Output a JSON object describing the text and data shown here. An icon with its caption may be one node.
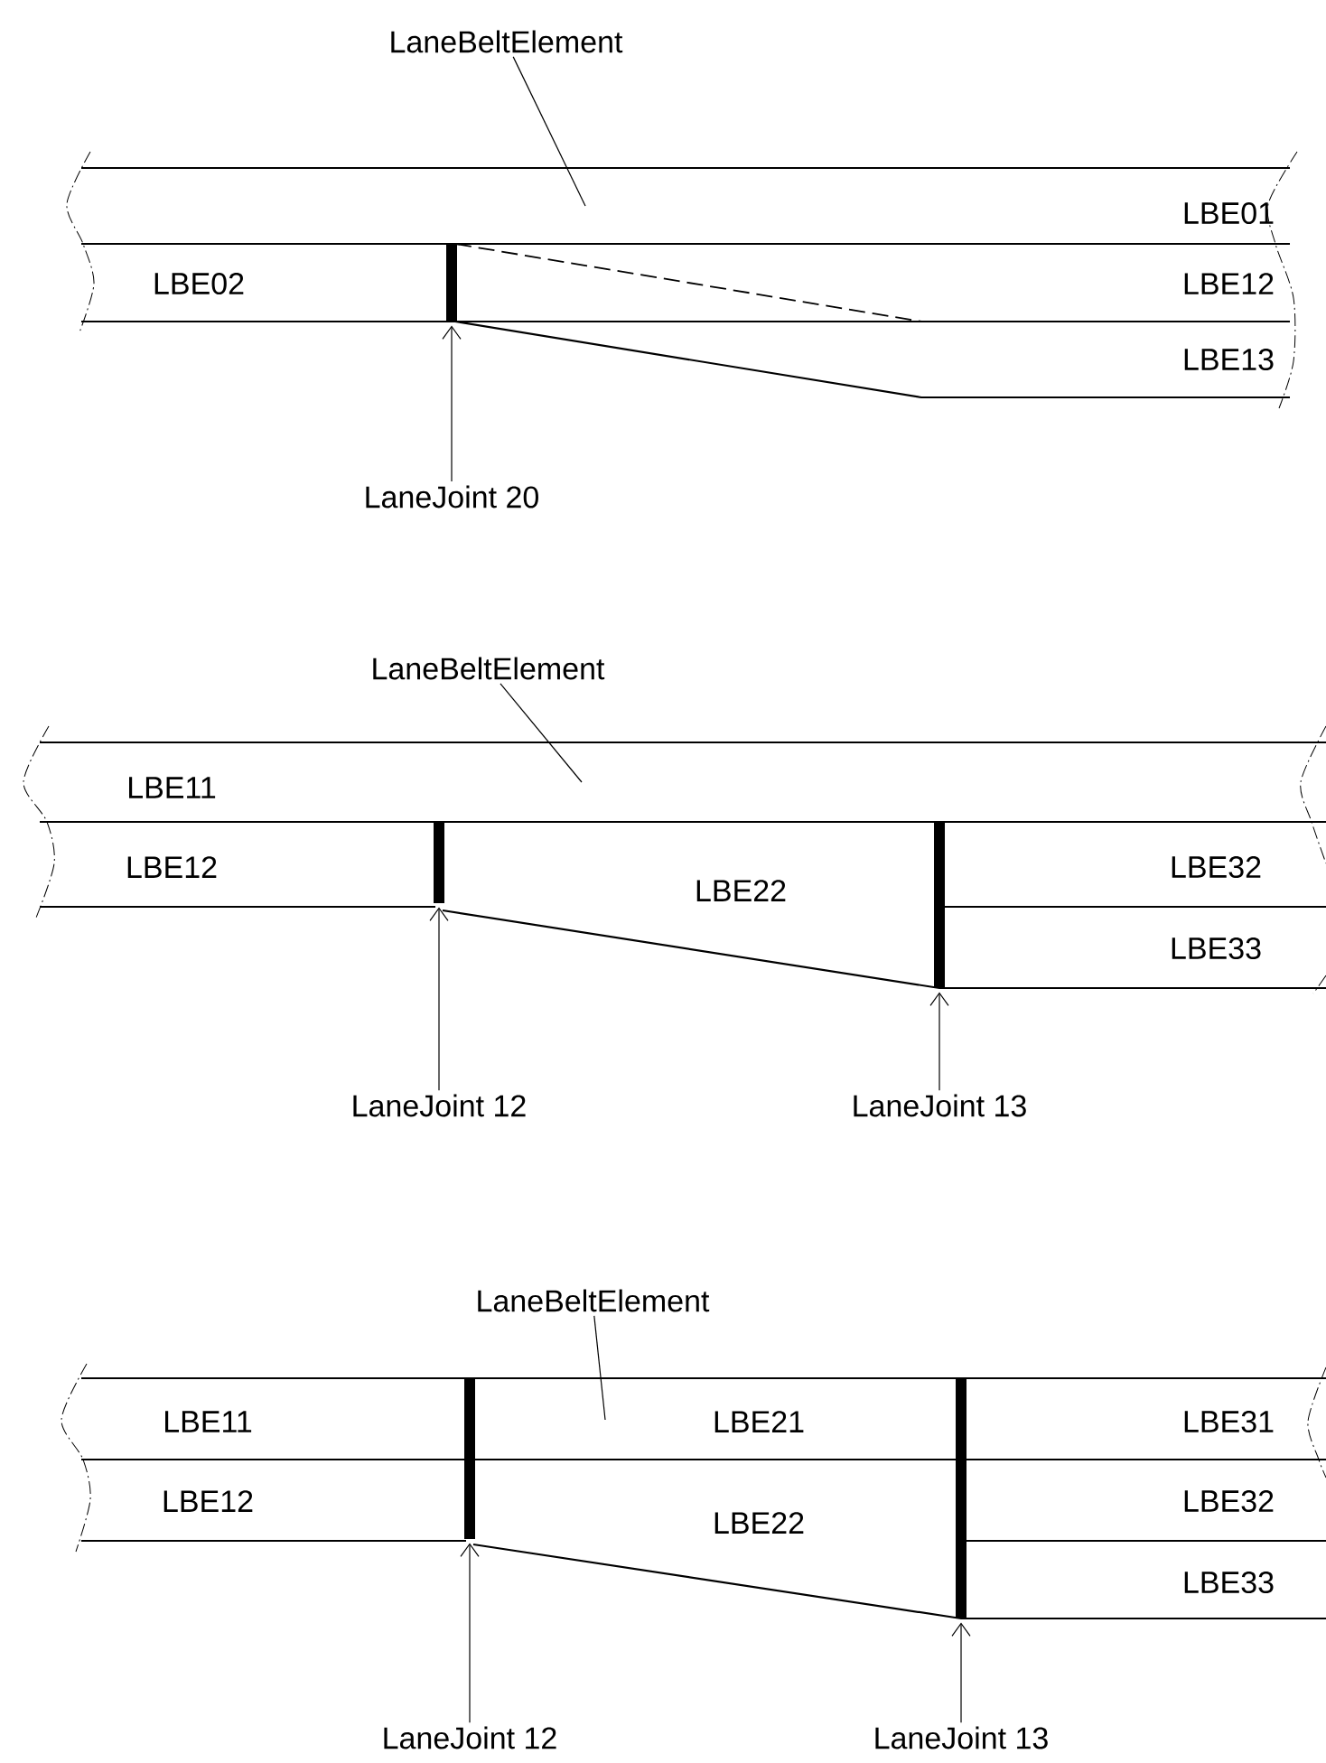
{
  "diagram": {
    "nodes": [
      {
        "text": [
          "LaneBeltElement"
        ]
      },
      {
        "text": [
          "LBE01"
        ]
      },
      {
        "text": [
          "LBE02"
        ]
      },
      {
        "text": [
          "LBE12"
        ]
      },
      {
        "text": [
          "LBE13"
        ]
      },
      {
        "text": [],
        "shape": "bar"
      },
      {
        "text": [
          "LaneJoint 20"
        ]
      },
      {
        "text": [
          "LaneBeltElement"
        ]
      },
      {
        "text": [
          "LBE11"
        ]
      },
      {
        "text": [
          "LBE12"
        ]
      },
      {
        "text": [
          "LBE22"
        ]
      },
      {
        "text": [
          "LBE32"
        ]
      },
      {
        "text": [
          "LBE33"
        ]
      },
      {
        "text": [],
        "shape": "bar"
      },
      {
        "text": [],
        "shape": "bar"
      },
      {
        "text": [
          "LaneJoint 12"
        ]
      },
      {
        "text": [
          "LaneJoint 13"
        ]
      },
      {
        "text": [
          "LaneBeltElement"
        ]
      },
      {
        "text": [
          "LBE11"
        ]
      },
      {
        "text": [
          "LBE12"
        ]
      },
      {
        "text": [
          "LBE21"
        ]
      },
      {
        "text": [
          "LBE22"
        ]
      },
      {
        "text": [
          "LBE31"
        ]
      },
      {
        "text": [
          "LBE32"
        ]
      },
      {
        "text": [
          "LBE33"
        ]
      },
      {
        "text": [],
        "shape": "bar"
      },
      {
        "text": [],
        "shape": "bar"
      },
      {
        "text": [
          "LaneJoint 12"
        ]
      },
      {
        "text": [
          "LaneJoint 13"
        ]
      }
    ],
    "edges": [
      {
        "from": 0,
        "to": null,
        "arrow": "none"
      },
      {
        "from": 6,
        "to": 5,
        "arrow": "to"
      },
      {
        "from": 7,
        "to": null,
        "arrow": "none"
      },
      {
        "from": 15,
        "to": 13,
        "arrow": "to"
      },
      {
        "from": 16,
        "to": 14,
        "arrow": "to"
      },
      {
        "from": 17,
        "to": null,
        "arrow": "none"
      },
      {
        "from": 27,
        "to": 25,
        "arrow": "to"
      },
      {
        "from": 28,
        "to": 26,
        "arrow": "to"
      }
    ]
  }
}
